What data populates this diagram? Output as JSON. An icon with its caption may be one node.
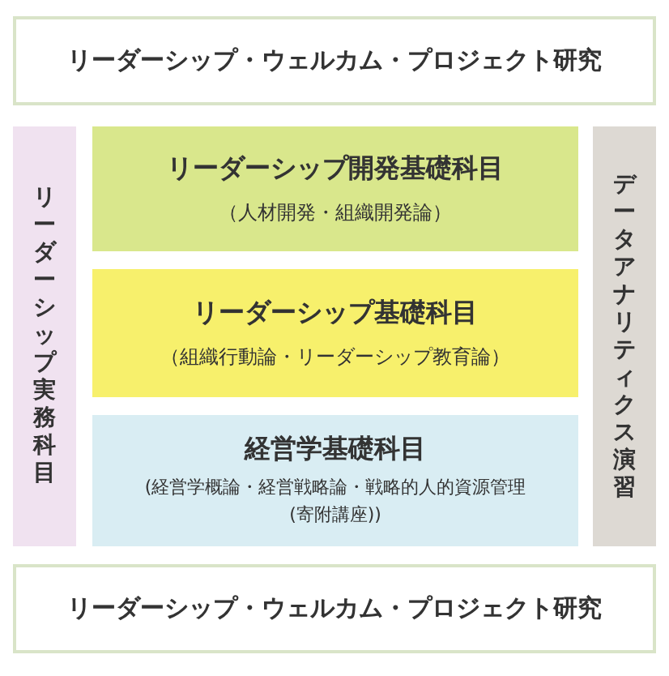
{
  "diagram": {
    "nodes": [
      {
        "text": [
          "リーダーシップ・ウェルカム・プロジェクト研究"
        ]
      },
      {
        "text": [
          "リーダーシップ実務科目"
        ]
      },
      {
        "text": [
          "リーダーシップ開発基礎科目",
          "（人材開発・組織開発論）"
        ]
      },
      {
        "text": [
          "リーダーシップ基礎科目",
          "（組織行動論・リーダーシップ教育論）"
        ]
      },
      {
        "text": [
          "経営学基礎科目",
          "(経営学概論・経営戦略論・戦略的人的資源管理(寄附講座))"
        ]
      },
      {
        "text": [
          "データアナリティクス演習"
        ]
      },
      {
        "text": [
          "リーダーシップ・ウェルカム・プロジェクト研究"
        ]
      }
    ],
    "edges": []
  }
}
